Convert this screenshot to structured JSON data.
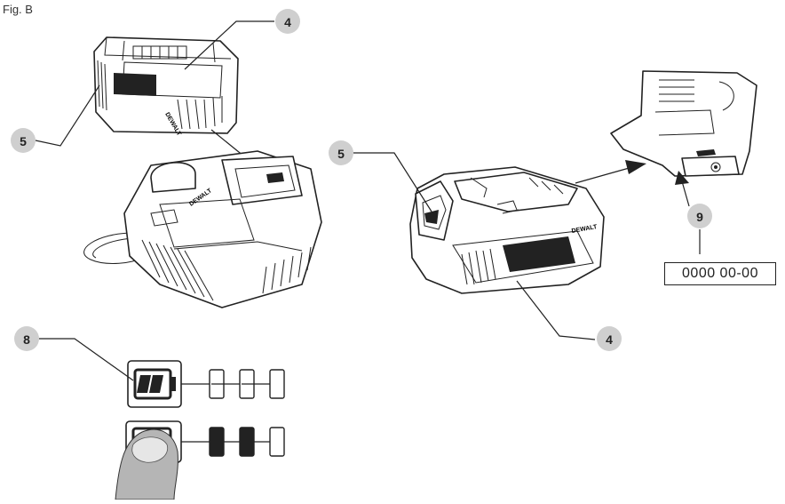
{
  "figure_label": "Fig. B",
  "callouts": [
    {
      "id": "c4-top",
      "text": "4"
    },
    {
      "id": "c5-left",
      "text": "5"
    },
    {
      "id": "c5-mid",
      "text": "5"
    },
    {
      "id": "c4-bottom",
      "text": "4"
    },
    {
      "id": "c9",
      "text": "9"
    },
    {
      "id": "c8",
      "text": "8"
    }
  ],
  "date_code": "0000  00-00",
  "brand_marks": {
    "pack_top": "DEWALT",
    "charger": "DEWALT",
    "pack_mid": "DEWALT"
  },
  "fuel_gauge": {
    "row1_filled_segments": 0,
    "row2_filled_segments": 2,
    "total_segments": 3
  },
  "colors": {
    "line": "#222222",
    "callout": "#cfcfcf",
    "thumb": "#b5b5b5"
  },
  "icons": [
    "battery-icon",
    "thumb-icon",
    "arrow-icon"
  ]
}
